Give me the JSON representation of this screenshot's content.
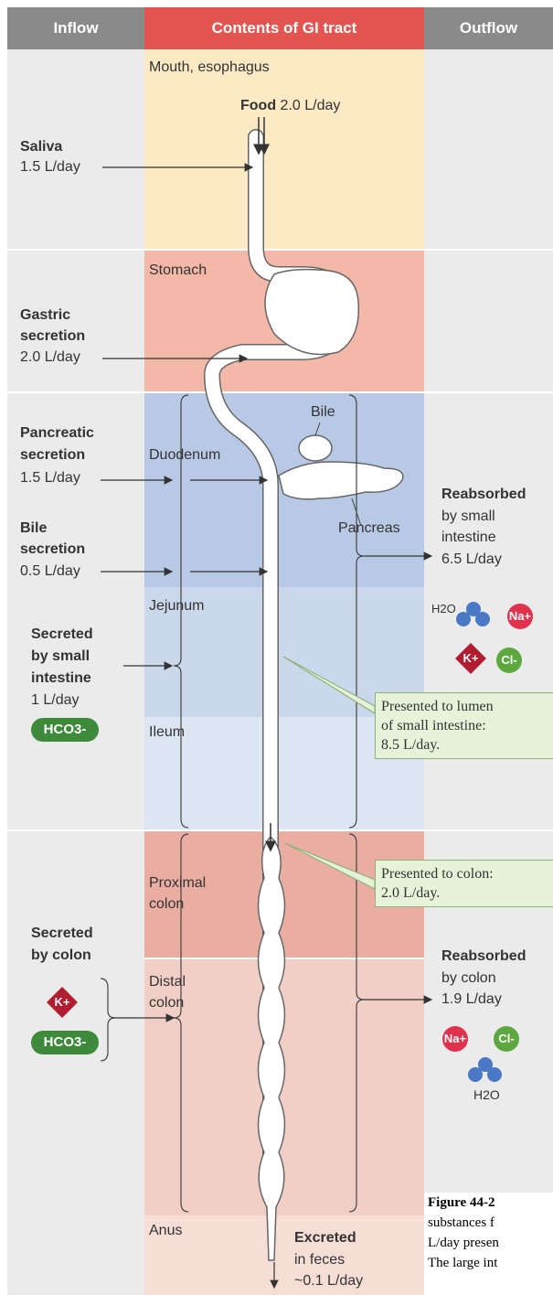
{
  "headers": {
    "inflow": "Inflow",
    "contents": "Contents of GI tract",
    "outflow": "Outflow"
  },
  "segments": {
    "mouth": "Mouth, esophagus",
    "stomach": "Stomach",
    "duodenum": "Duodenum",
    "jejunum": "Jejunum",
    "ileum": "Ileum",
    "proximal_colon": [
      "Proximal",
      "colon"
    ],
    "distal_colon": [
      "Distal",
      "colon"
    ],
    "anus": "Anus"
  },
  "food": {
    "label": "Food",
    "value": "2.0 L/day"
  },
  "inflow": {
    "saliva": {
      "name": "Saliva",
      "value": "1.5 L/day"
    },
    "gastric": {
      "name": [
        "Gastric",
        "secretion"
      ],
      "value": "2.0 L/day"
    },
    "pancreatic": {
      "name": [
        "Pancreatic",
        "secretion"
      ],
      "value": "1.5 L/day"
    },
    "bile": {
      "name": [
        "Bile",
        "secretion"
      ],
      "value": "0.5 L/day"
    },
    "small_intestine": {
      "name": [
        "Secreted",
        "by small",
        "intestine"
      ],
      "value": "1 L/day",
      "ion": "HCO3-"
    },
    "colon": {
      "name": [
        "Secreted",
        "by colon"
      ],
      "ions": [
        "K+",
        "HCO3-"
      ]
    }
  },
  "organs": {
    "bile": "Bile",
    "pancreas": "Pancreas"
  },
  "outflow": {
    "small_intestine": {
      "title": "Reabsorbed",
      "lines": [
        "by small",
        "intestine"
      ],
      "value": "6.5 L/day",
      "ions": [
        "H2O",
        "Na+",
        "K+",
        "Cl-"
      ]
    },
    "colon": {
      "title": "Reabsorbed",
      "lines": [
        "by colon"
      ],
      "value": "1.9 L/day",
      "ions": [
        "Na+",
        "Cl-",
        "H2O"
      ]
    },
    "excreted": {
      "title": "Excreted",
      "lines": [
        "in feces"
      ],
      "value": "~0.1 L/day"
    }
  },
  "callouts": {
    "lumen": [
      "Presented to lumen",
      "of small intestine:",
      "8.5 L/day."
    ],
    "colon": [
      "Presented to colon:",
      "2.0 L/day."
    ]
  },
  "caption": [
    "Figure 44-2",
    "substances f",
    "L/day presen",
    "The large int"
  ],
  "colors": {
    "header_gray": "#8a8a8a",
    "header_red": "#e25550",
    "mouth_band": "#fde9c4",
    "stomach_band": "#f4b8a8",
    "duodenum_band": "#b7c9e4",
    "jejunum_band": "#cbd8eb",
    "ileum_band": "#dce6f3",
    "proximal_colon_band": "#e9ada1",
    "distal_colon_band": "#f2cfc6",
    "anus_band": "#f6ddd6",
    "side_band": "#ebebeb"
  }
}
